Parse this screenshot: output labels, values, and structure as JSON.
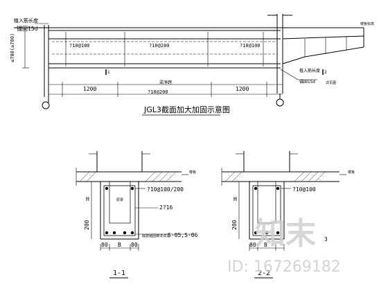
{
  "elevation": {
    "anchor_note": "植入筋长度",
    "lap_15d_left": "锚固15d",
    "dim_left_vertical": "≤700(≥700)",
    "rebar_left": "?10@100",
    "rebar_mid": "?10@200",
    "rebar_right": "?10@100",
    "rebar_bottom_mid": "?10@200",
    "dim_1200_left": "1200",
    "dim_1200_right": "1200",
    "beam_label_mid": "梁净跨",
    "section_1": "1",
    "section_2": "2",
    "anchor_note_right": "植入筋长度",
    "lap_15d_right": "锚固15d",
    "top_right_note": "楼板标高",
    "right_small_note": "详见图"
  },
  "title": "JGL3截面加大加固示意图",
  "section_1_1": {
    "slab_note": "楼板",
    "stirrup": "?10@100/200",
    "bars": "2?16",
    "core_note": "原梁",
    "dim_h": "H",
    "dim_200": "200",
    "dim_80a": "80",
    "dim_b": "B",
    "dim_80b": "80",
    "ref_note": "S-05,S-06",
    "ref_prefix": "底筋锚固做法详见",
    "label": "1-1"
  },
  "section_2_2": {
    "slab_note": "楼板",
    "stirrup": "?10@100",
    "dim_h": "H",
    "dim_200": "200",
    "dim_80a": "80",
    "dim_b": "B",
    "dim_3": "3",
    "label": "2-2"
  },
  "watermark": {
    "logo": "知末",
    "id_text": "ID: 167269182"
  }
}
